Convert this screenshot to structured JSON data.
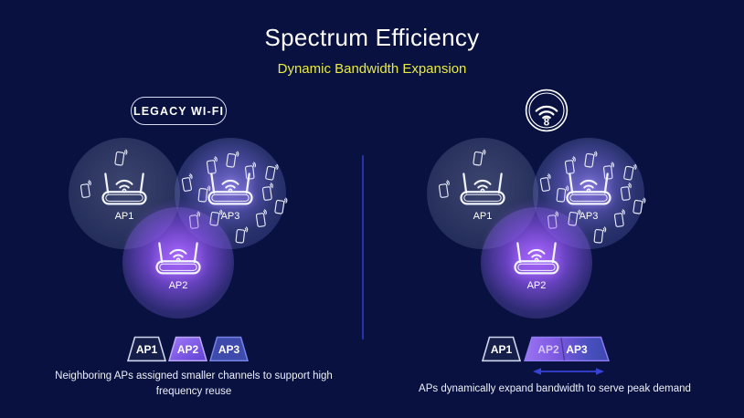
{
  "header": {
    "title": "Spectrum Efficiency",
    "subtitle": "Dynamic Bandwidth Expansion"
  },
  "left": {
    "badge_label": "LEGACY WI-FI",
    "ap_labels": {
      "ap1": "AP1",
      "ap2": "AP2",
      "ap3": "AP3"
    },
    "channels": {
      "ap1": "AP1",
      "ap2": "AP2",
      "ap3": "AP3"
    },
    "caption": "Neighboring APs assigned smaller channels to support high frequency reuse"
  },
  "right": {
    "wifi_badge": {
      "icon": "wifi-8-icon",
      "number": "8"
    },
    "ap_labels": {
      "ap1": "AP1",
      "ap2": "AP2",
      "ap3": "AP3"
    },
    "channels": {
      "ap1": "AP1",
      "ap2": "AP2",
      "ap3": "AP3"
    },
    "caption": "APs dynamically expand bandwidth to serve peak demand"
  },
  "colors": {
    "background": "#081140",
    "title": "#ffffff",
    "subtitle_yellow": "#e9eb41",
    "ap2_purple": "#8b5cf6",
    "divider_blue": "#2734a6",
    "arrow_blue": "#3742d6"
  }
}
